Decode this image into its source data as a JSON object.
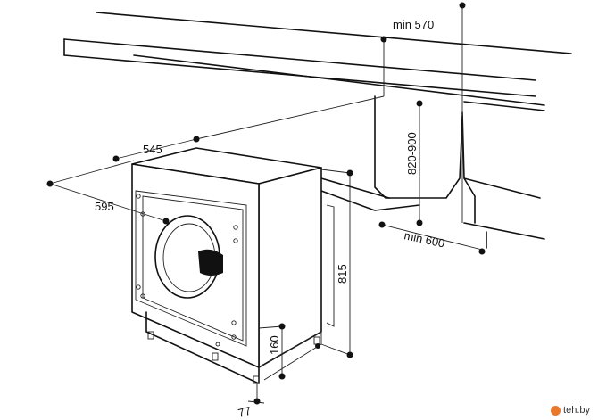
{
  "dimensions": {
    "min_depth": "min 570",
    "height_range": "820-900",
    "min_width": "min 600",
    "depth": "545",
    "width": "595",
    "height": "815",
    "plinth": "160",
    "feet": "77"
  },
  "watermark": {
    "text": "teh.by",
    "icon": "logo-icon",
    "color": "#e8782c"
  }
}
